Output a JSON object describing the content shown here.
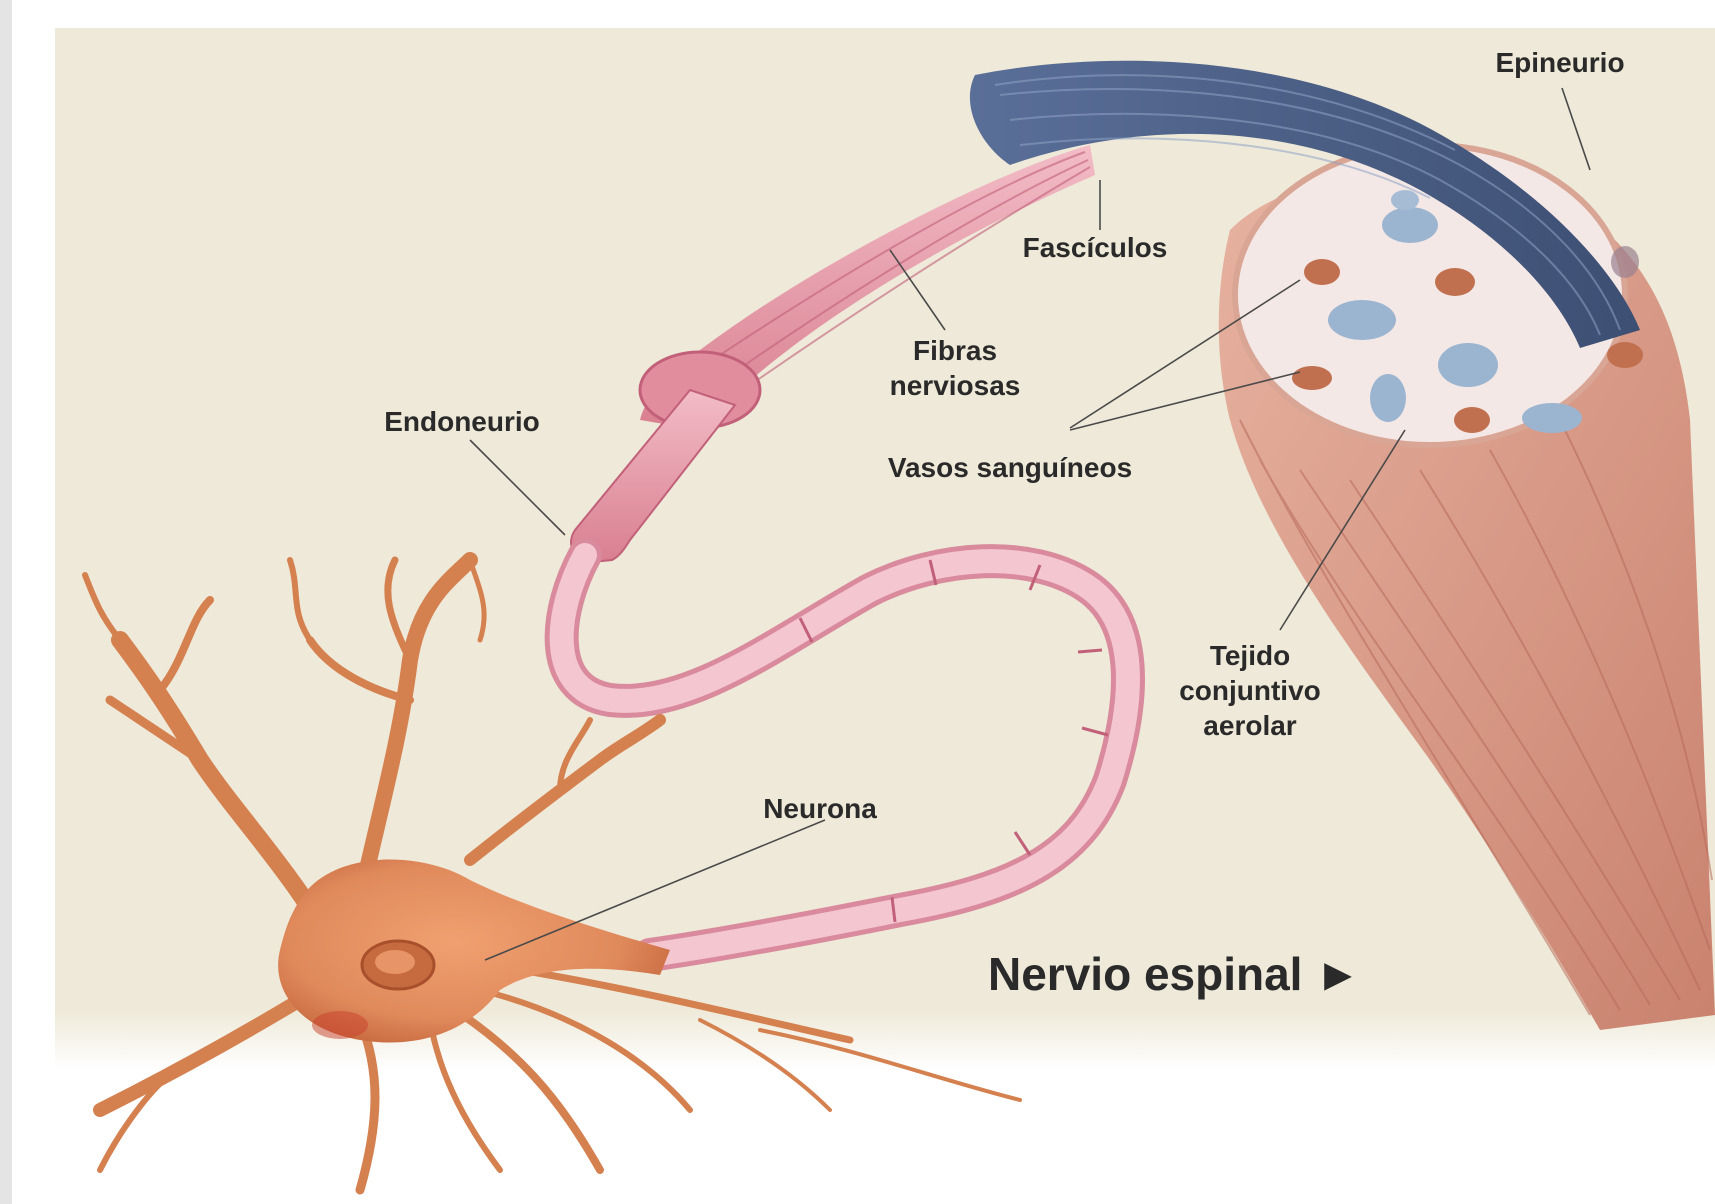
{
  "diagram": {
    "labels": {
      "epineurio": "Epineurio",
      "fasciculos": "Fascículos",
      "fibras_1": "Fibras",
      "fibras_2": "nerviosas",
      "endoneurio": "Endoneurio",
      "vasos": "Vasos sanguíneos",
      "tejido_1": "Tejido",
      "tejido_2": "conjuntivo",
      "tejido_3": "aerolar",
      "neurona": "Neurona",
      "nervio": "Nervio espinal ►"
    },
    "colors": {
      "background": "#eee9d8",
      "epineurio_tissue": "#d89a88",
      "fascicle_blue": "#4a5e86",
      "nerve_fibers_pink": "#e69aa8",
      "neuron_orange": "#e08a5c",
      "vessel_blue": "#9bb4cf",
      "vessel_brown": "#c0704e"
    }
  }
}
